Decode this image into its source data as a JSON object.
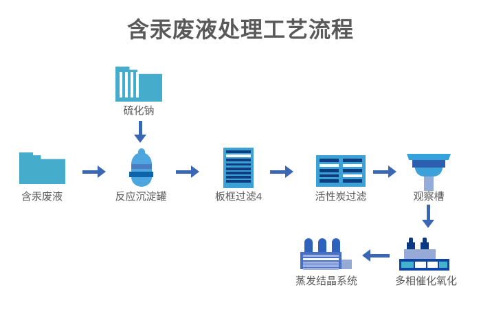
{
  "title": "含汞废液处理工艺流程",
  "nodes": {
    "mercury_waste": {
      "label": "含汞废液",
      "icon": "folder-icon"
    },
    "sodium_sulfide": {
      "label": "硫化钠",
      "icon": "striped-folder-icon"
    },
    "reaction_tank": {
      "label": "反应沉淀罐",
      "icon": "tank-icon"
    },
    "plate_filter": {
      "label": "板框过滤4",
      "icon": "plate-filter-icon"
    },
    "carbon_filter": {
      "label": "活性炭过滤",
      "icon": "carbon-filter-icon"
    },
    "observation_tank": {
      "label": "观察槽",
      "icon": "funnel-icon"
    },
    "catalytic_oxidation": {
      "label": "多相催化氧化",
      "icon": "plant-bottles-icon"
    },
    "evaporation_system": {
      "label": "蒸发结晶系统",
      "icon": "plant-chimneys-icon"
    }
  },
  "flow": [
    {
      "from": "含汞废液",
      "to": "反应沉淀罐",
      "direction": "right"
    },
    {
      "from": "硫化钠",
      "to": "反应沉淀罐",
      "direction": "down"
    },
    {
      "from": "反应沉淀罐",
      "to": "板框过滤4",
      "direction": "right"
    },
    {
      "from": "板框过滤4",
      "to": "活性炭过滤",
      "direction": "right"
    },
    {
      "from": "活性炭过滤",
      "to": "观察槽",
      "direction": "right"
    },
    {
      "from": "观察槽",
      "to": "多相催化氧化",
      "direction": "down"
    },
    {
      "from": "多相催化氧化",
      "to": "蒸发结晶系统",
      "direction": "left"
    }
  ],
  "colors": {
    "teal": "#45adcb",
    "light_blue": "#3ca1d4",
    "navy": "#0d3c80",
    "base_navy": "#0e45a5",
    "bottle_navy": "#0b3a85",
    "arrow": "#3a66b4",
    "medium_blue": "#2d5eb0",
    "tank_blue": "#4da6de",
    "tank_band": "#4c7dc4",
    "tank_band_dark": "#0f63a8",
    "periwinkle": "#97aad6",
    "periwinkle_light": "#9fb3e2",
    "chimney_blue": "#2e62bc",
    "plant_body_blue": "#4a70c6",
    "window_teal": "#43b2cc",
    "funnel_top": "#35a2db",
    "funnel_bowl": "#3ea0d8",
    "funnel_stem": "#93acd9",
    "text": "#595959"
  }
}
